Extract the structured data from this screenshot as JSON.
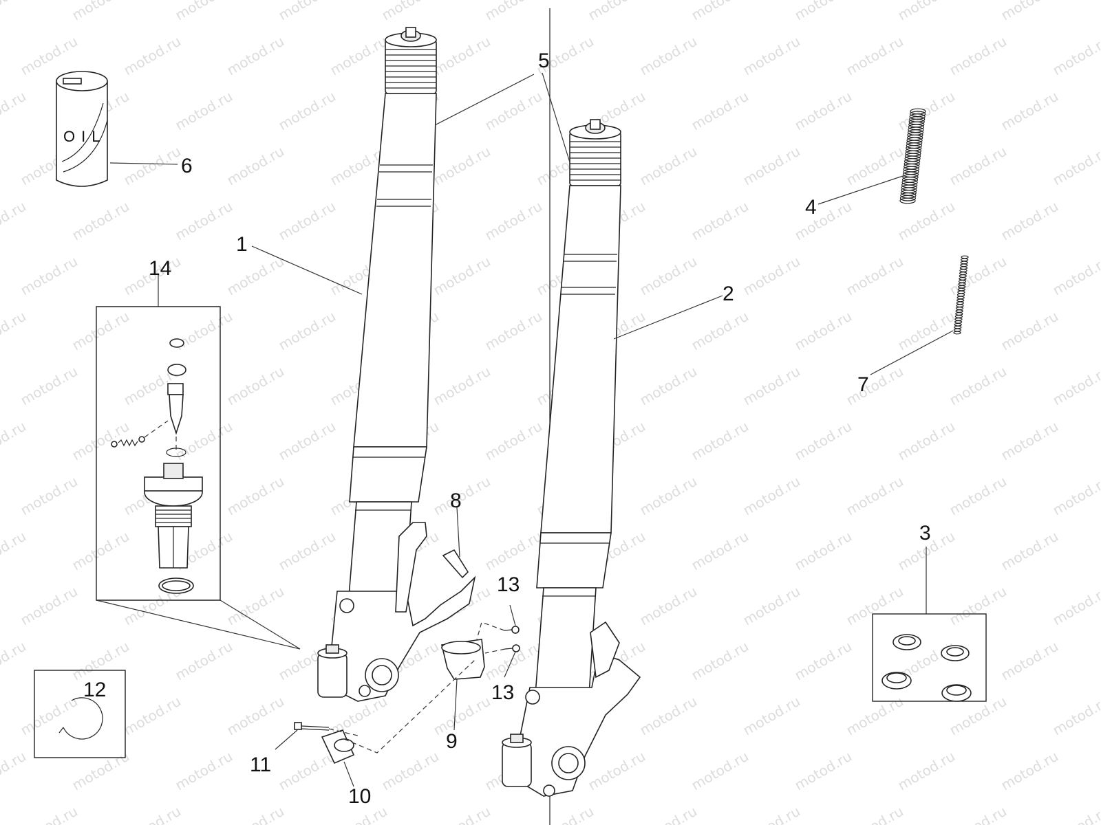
{
  "watermark": "motod.ru",
  "callouts": {
    "c1": "1",
    "c2": "2",
    "c3": "3",
    "c4": "4",
    "c5": "5",
    "c6": "6",
    "c7": "7",
    "c8": "8",
    "c9": "9",
    "c10": "10",
    "c11": "11",
    "c12": "12",
    "c13a": "13",
    "c13b": "13",
    "c14": "14"
  },
  "oil_label": "OIL"
}
